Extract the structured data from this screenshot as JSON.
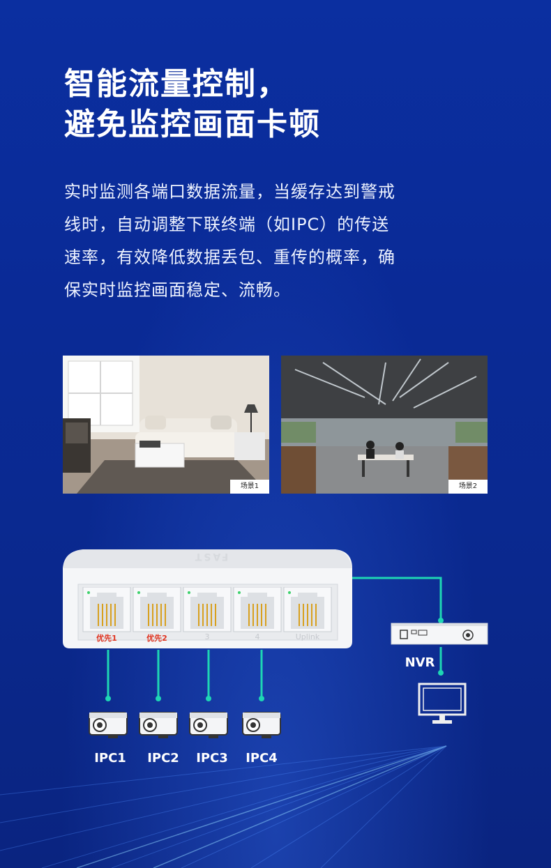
{
  "headline": {
    "line1": "智能流量控制，",
    "line2": "避免监控画面卡顿"
  },
  "description": {
    "line1": "实时监测各端口数据流量，当缓存达到警戒",
    "line2": "线时，自动调整下联终端（如IPC）的传送",
    "line3": "速率，有效降低数据丢包、重传的概率，确",
    "line4": "保实时监控画面稳定、流畅。"
  },
  "scenes": [
    {
      "tag": "场景1"
    },
    {
      "tag": "场景2"
    }
  ],
  "switch": {
    "brand": "FAST",
    "ports": [
      {
        "label": "优先1",
        "priority": true
      },
      {
        "label": "优先2",
        "priority": true
      },
      {
        "label": "3",
        "priority": false
      },
      {
        "label": "4",
        "priority": false
      },
      {
        "label": "Uplink",
        "priority": false
      }
    ]
  },
  "cameras": [
    {
      "label": "IPC1"
    },
    {
      "label": "IPC2"
    },
    {
      "label": "IPC3"
    },
    {
      "label": "IPC4"
    }
  ],
  "nvr": {
    "label": "NVR"
  },
  "colors": {
    "link": "#1ed6b4",
    "priority_text": "#e0321e",
    "background": "#0b2fa0"
  }
}
